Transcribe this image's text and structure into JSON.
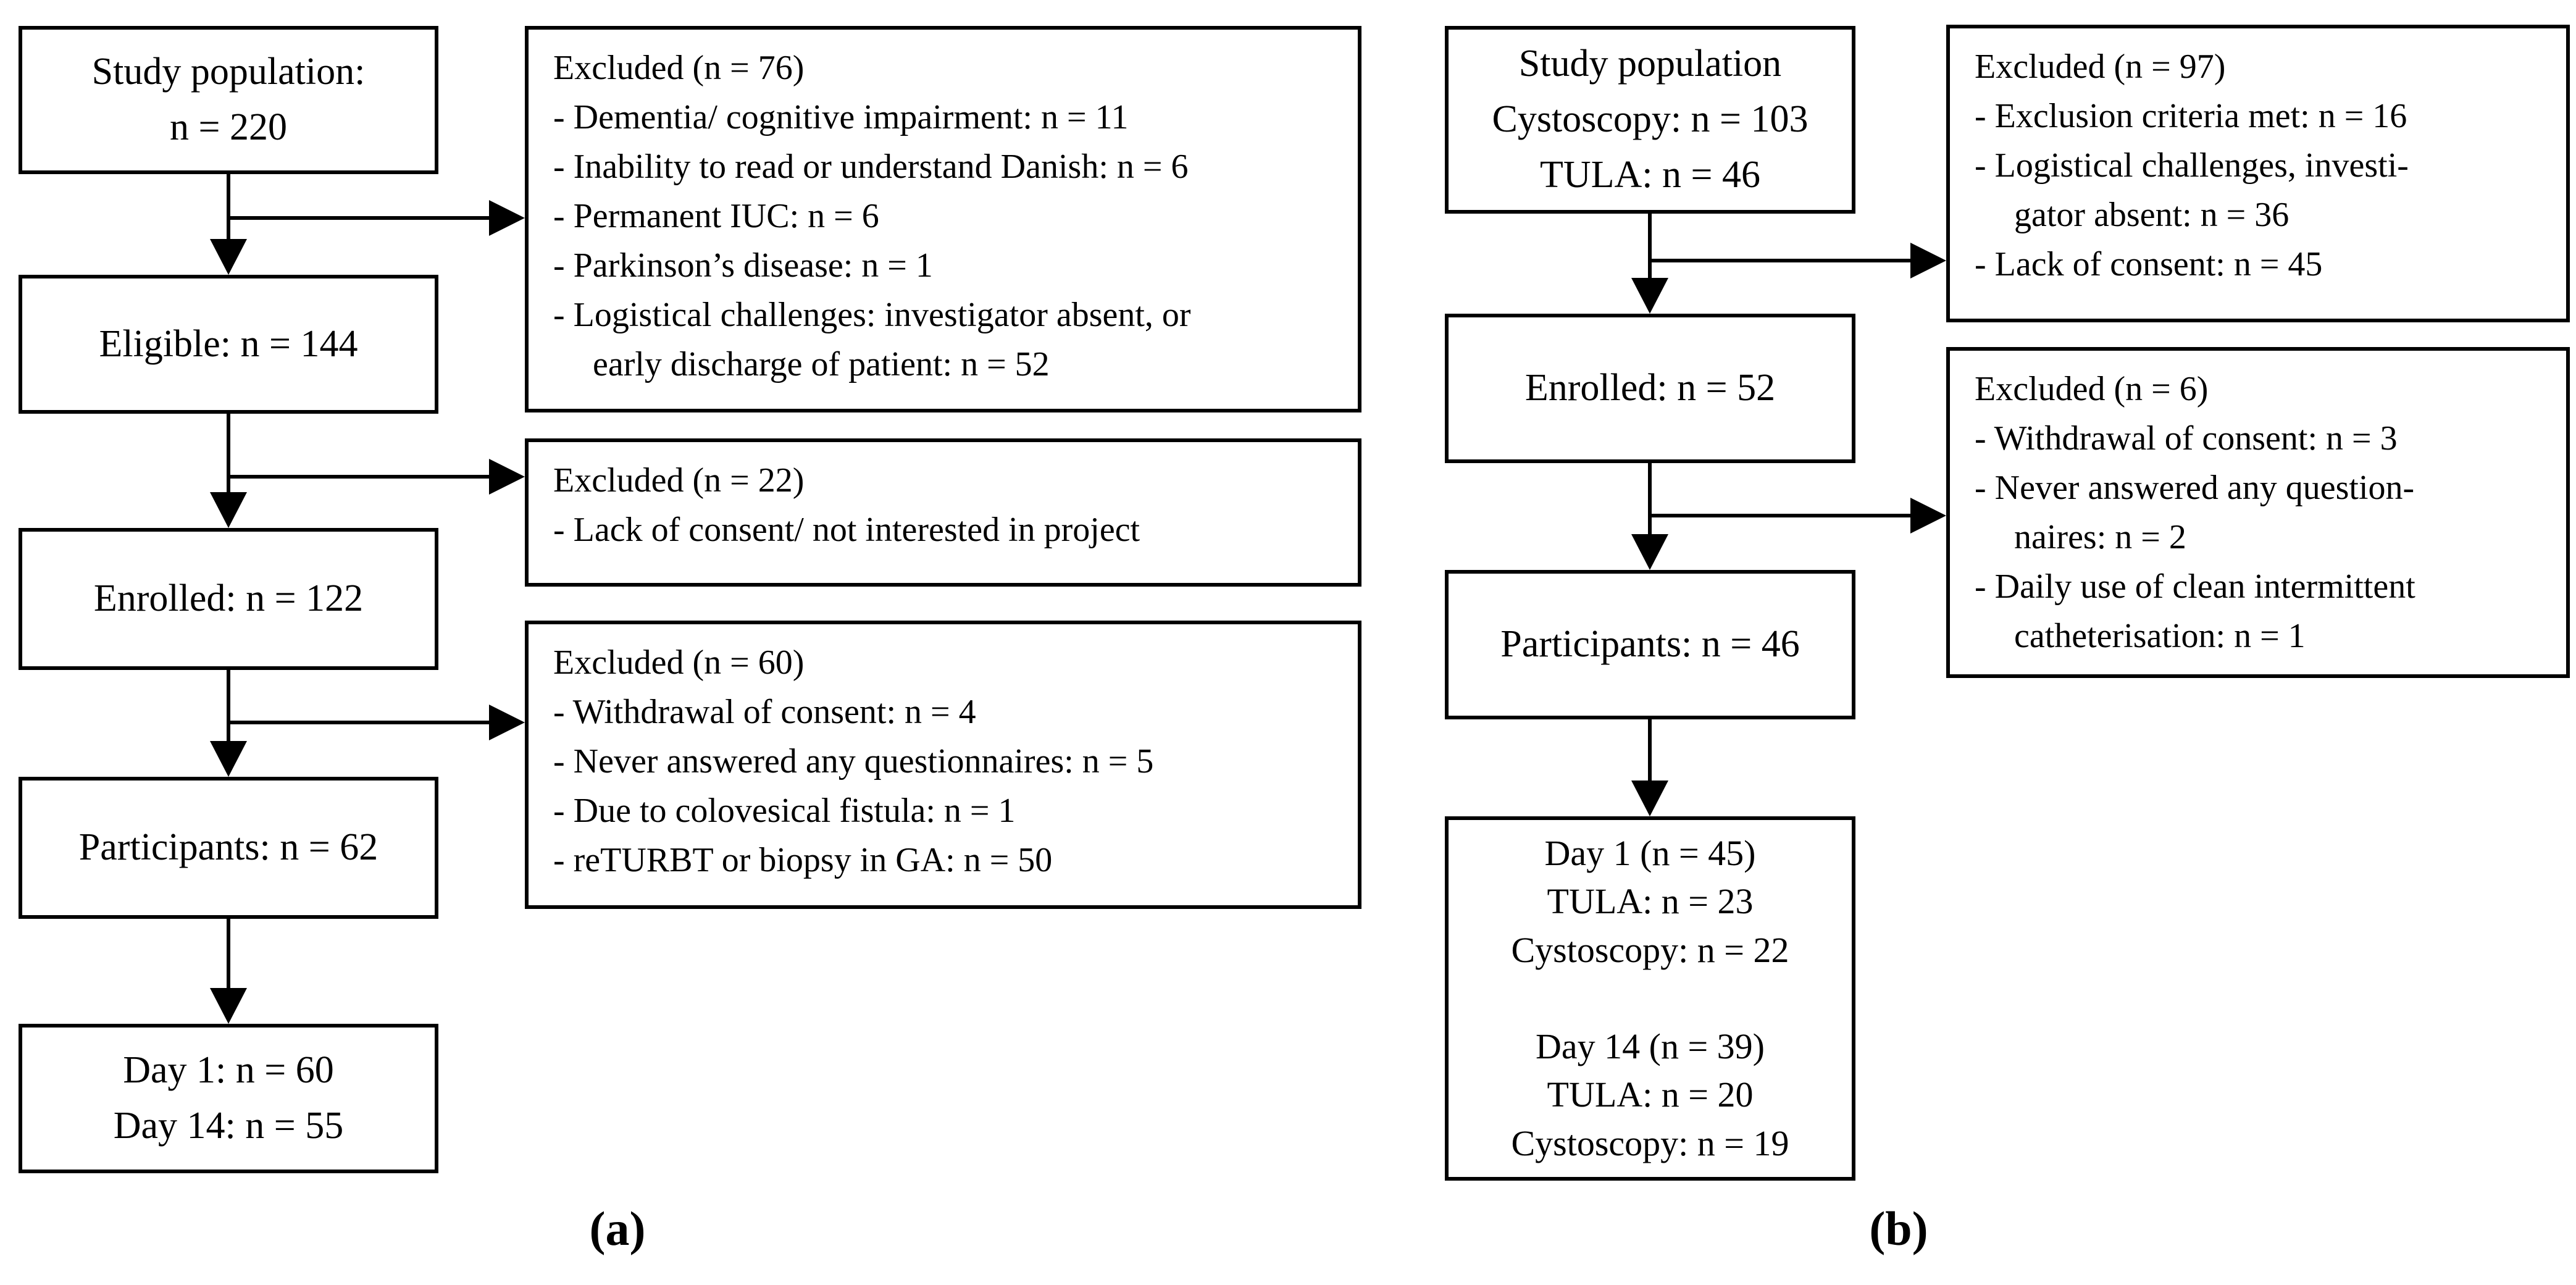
{
  "figure": {
    "panels": {
      "a": {
        "label": "(a)",
        "flow": {
          "study": {
            "lines": [
              "Study population:",
              "n = 220"
            ]
          },
          "eligible": {
            "lines": [
              "Eligible: n = 144"
            ]
          },
          "enrolled": {
            "lines": [
              "Enrolled: n = 122"
            ]
          },
          "participants": {
            "lines": [
              "Participants: n = 62"
            ]
          },
          "day": {
            "lines": [
              "Day 1: n = 60",
              "Day 14: n = 55"
            ]
          }
        },
        "excluded": {
          "e76": {
            "title": "Excluded (n = 76)",
            "items": [
              "- Dementia/ cognitive impairment: n = 11",
              "- Inability to read or understand Danish: n = 6",
              "- Permanent IUC: n = 6",
              "- Parkinson’s disease: n = 1",
              "- Logistical challenges: investigator absent, or\nearly discharge of patient: n = 52"
            ]
          },
          "e22": {
            "title": "Excluded (n = 22)",
            "items": [
              "- Lack of consent/ not interested in project"
            ]
          },
          "e60": {
            "title": "Excluded (n = 60)",
            "items": [
              "- Withdrawal of consent: n = 4",
              "- Never answered any questionnaires: n = 5",
              "- Due to colovesical fistula: n = 1",
              "- reTURBT or biopsy in GA: n = 50"
            ]
          }
        }
      },
      "b": {
        "label": "(b)",
        "flow": {
          "study": {
            "lines": [
              "Study population",
              "Cystoscopy: n = 103",
              "TULA: n = 46"
            ]
          },
          "enrolled": {
            "lines": [
              "Enrolled: n = 52"
            ]
          },
          "participants": {
            "lines": [
              "Participants: n = 46"
            ]
          },
          "day": {
            "lines": [
              "Day 1 (n = 45)",
              "TULA: n = 23",
              "Cystoscopy: n = 22",
              "",
              "Day 14 (n = 39)",
              "TULA: n = 20",
              "Cystoscopy: n = 19"
            ]
          }
        },
        "excluded": {
          "e97": {
            "title": "Excluded (n = 97)",
            "items": [
              "- Exclusion criteria met: n = 16",
              "- Logistical challenges, investi-\ngator absent: n = 36",
              "- Lack of consent: n = 45"
            ]
          },
          "e6": {
            "title": "Excluded (n = 6)",
            "items": [
              "- Withdrawal of consent: n = 3",
              "- Never answered any question-\nnaires: n = 2",
              "- Daily use of clean intermittent\ncatheterisation: n = 1"
            ]
          }
        }
      }
    }
  }
}
